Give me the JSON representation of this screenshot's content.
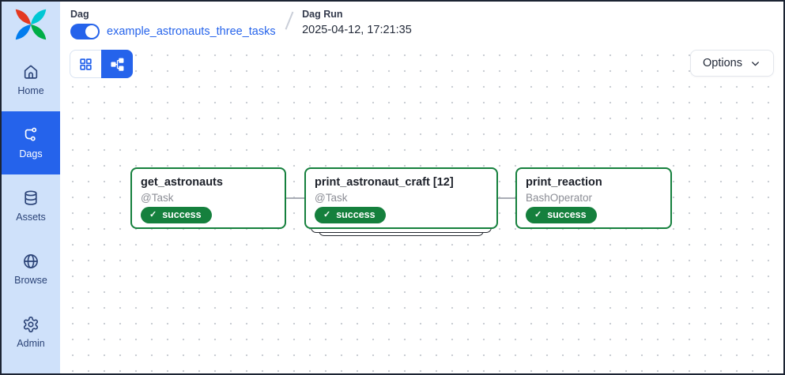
{
  "header": {
    "dag_label": "Dag",
    "dag_name": "example_astronauts_three_tasks",
    "dag_toggle_state": "on",
    "dag_run_label": "Dag Run",
    "dag_run_value": "2025-04-12, 17:21:35"
  },
  "toolbar": {
    "view_buttons": [
      {
        "icon": "grid-view-icon",
        "active": false
      },
      {
        "icon": "graph-view-icon",
        "active": true
      }
    ],
    "options_label": "Options",
    "options_icon": "chevron-down-icon"
  },
  "sidebar": {
    "logo_icon": "airflow-pinwheel-logo",
    "items": [
      {
        "label": "Home",
        "icon": "home-icon",
        "active": false
      },
      {
        "label": "Dags",
        "icon": "dag-graph-icon",
        "active": true
      },
      {
        "label": "Assets",
        "icon": "database-icon",
        "active": false
      },
      {
        "label": "Browse",
        "icon": "globe-icon",
        "active": false
      },
      {
        "label": "Admin",
        "icon": "gear-icon",
        "active": false
      }
    ]
  },
  "graph": {
    "nodes": [
      {
        "title": "get_astronauts",
        "subtitle": "@Task",
        "status": "success",
        "status_icon": "check-icon",
        "mapped": false
      },
      {
        "title": "print_astronaut_craft [12]",
        "subtitle": "@Task",
        "status": "success",
        "status_icon": "check-icon",
        "mapped": true
      },
      {
        "title": "print_reaction",
        "subtitle": "BashOperator",
        "status": "success",
        "status_icon": "check-icon",
        "mapped": false
      }
    ],
    "check_glyph": "✓"
  },
  "colors": {
    "accent_blue": "#2563eb",
    "success_green": "#15803d",
    "sidebar_bg": "#cfe1fa",
    "sidebar_text": "#2b4377",
    "edge_gray": "#a9adb5"
  }
}
